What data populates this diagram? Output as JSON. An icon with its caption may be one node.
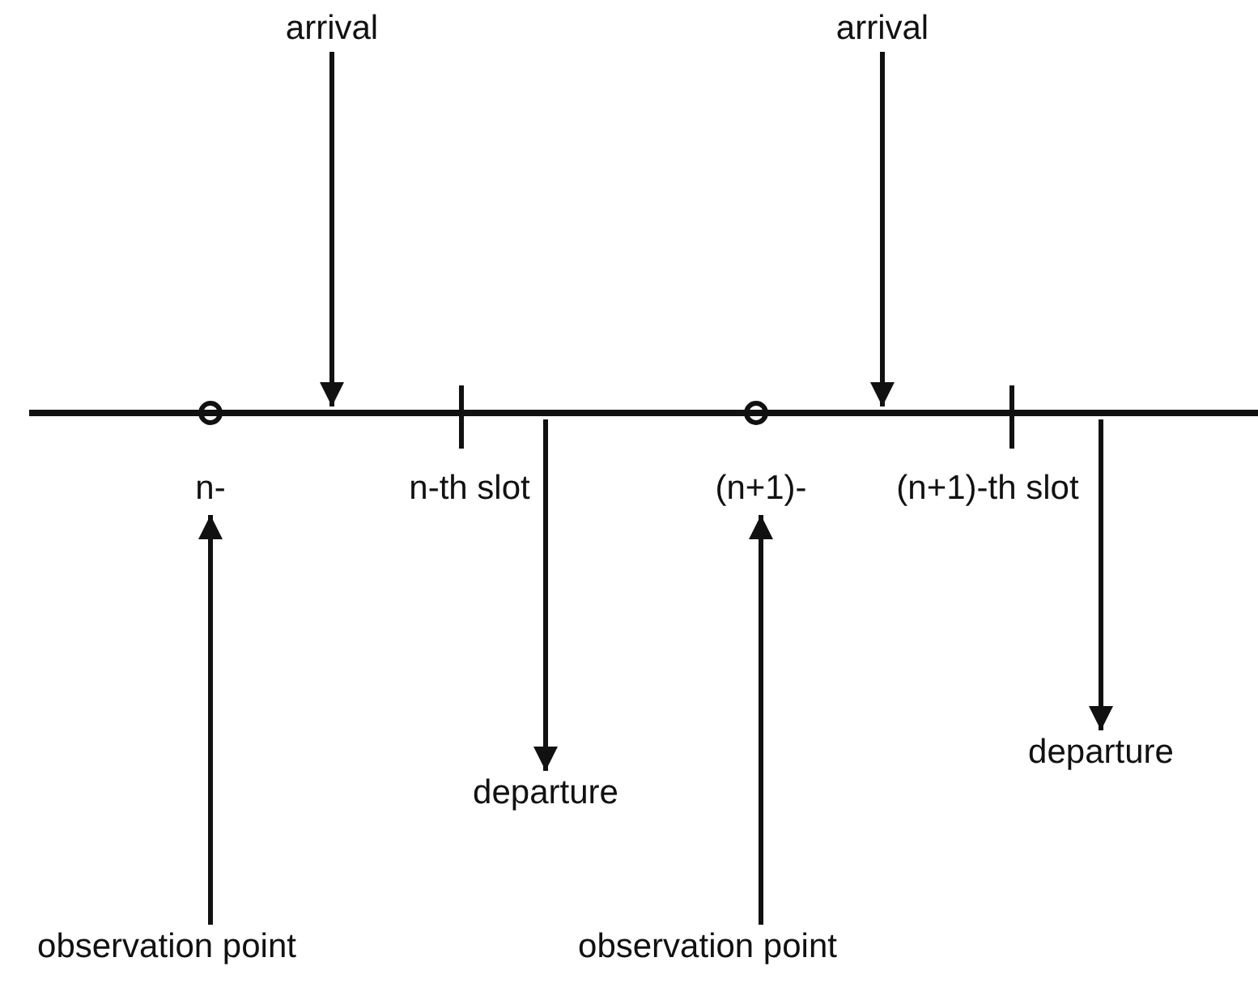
{
  "diagram": {
    "nodes": [
      {
        "text": [
          "arrival"
        ]
      },
      {
        "text": [
          "arrival"
        ]
      },
      {
        "text": [],
        "shape": "line"
      },
      {
        "text": [
          "n-"
        ]
      },
      {
        "text": [
          "(n+1)-"
        ]
      },
      {
        "text": [
          "departure"
        ]
      },
      {
        "text": [
          "departure"
        ]
      },
      {
        "text": [
          "observation point"
        ]
      },
      {
        "text": [
          "observation point"
        ]
      }
    ],
    "edges": [
      {
        "from": 0,
        "to": 2,
        "arrow": "to"
      },
      {
        "from": 1,
        "to": 2,
        "arrow": "to"
      },
      {
        "from": 2,
        "to": 5,
        "arrow": "to"
      },
      {
        "from": 2,
        "to": 6,
        "arrow": "to"
      },
      {
        "from": 7,
        "to": 3,
        "arrow": "to"
      },
      {
        "from": 8,
        "to": 4,
        "arrow": "to"
      }
    ],
    "labels": [
      "n-th slot",
      "(n+1)-th slot"
    ]
  }
}
